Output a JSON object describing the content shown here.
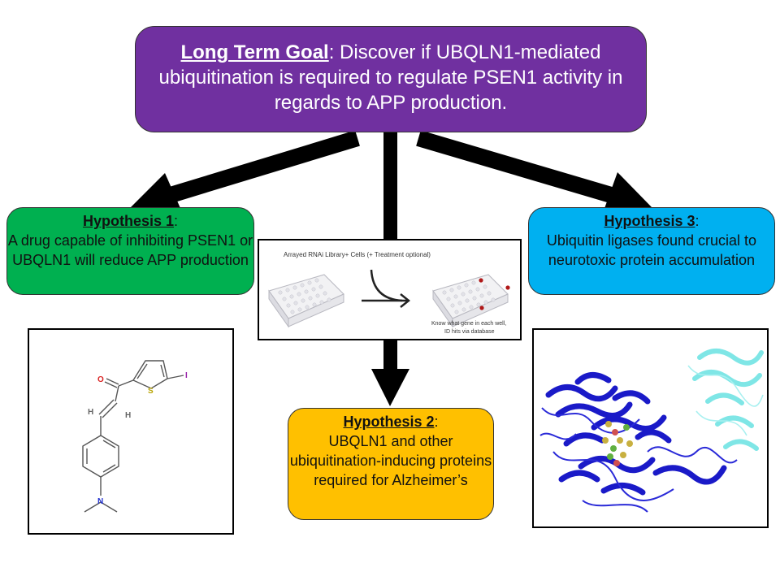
{
  "colors": {
    "goal": "#7030a0",
    "hypothesis_1": "#00b050",
    "hypothesis_2": "#ffc000",
    "hypothesis_3": "#00b0f0",
    "arrows": "#000000",
    "protein_main": "#1a1ac8",
    "protein_domain": "#7fe6e6",
    "ligand": "#c8b040"
  },
  "goal": {
    "lead": "Long Term Goal",
    "text": ": Discover if UBQLN1-mediated ubiquitination is required to regulate PSEN1 activity in regards to APP production."
  },
  "hypotheses": [
    {
      "label": "Hypothesis 1",
      "text": "A drug capable of inhibiting PSEN1 or UBQLN1 will reduce APP production"
    },
    {
      "label": "Hypothesis 2",
      "text": "UBQLN1 and other ubiquitination-inducing proteins required for Alzheimer’s"
    },
    {
      "label": "Hypothesis 3",
      "text": "Ubiquitin ligases found crucial to neurotoxic protein accumulation"
    }
  ],
  "rnai_panel": {
    "title": "Arrayed RNAi Library+ Cells (+ Treatment optional)",
    "note_line1": "Know what gene in each well,",
    "note_line2": "ID hits via database"
  },
  "molecule_panel": {
    "atoms": {
      "oxygen": "O",
      "sulfur": "S",
      "iodine": "I",
      "hydrogen_1": "H",
      "hydrogen_2": "H",
      "nitrogen": "N"
    }
  }
}
